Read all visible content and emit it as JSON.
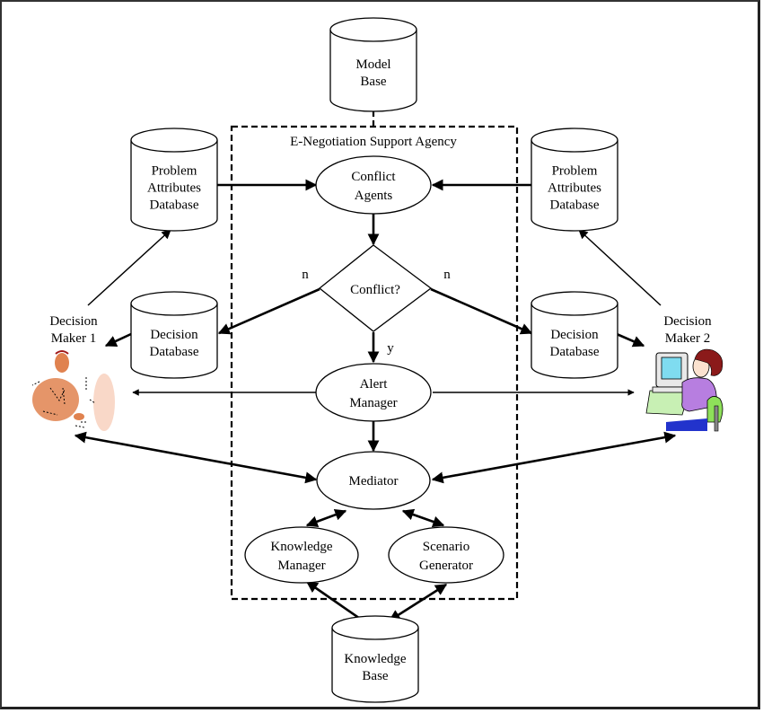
{
  "diagram": {
    "container_label": "E-Negotiation Support Agency",
    "databases": {
      "model_base": [
        "Model",
        "Base"
      ],
      "problem_attributes_left": [
        "Problem",
        "Attributes",
        "Database"
      ],
      "problem_attributes_right": [
        "Problem",
        "Attributes",
        "Database"
      ],
      "decision_db_left": [
        "Decision",
        "Database"
      ],
      "decision_db_right": [
        "Decision",
        "Database"
      ],
      "knowledge_base": [
        "Knowledge",
        "Base"
      ]
    },
    "processes": {
      "conflict_agents": [
        "Conflict",
        "Agents"
      ],
      "alert_manager": [
        "Alert",
        "Manager"
      ],
      "mediator": [
        "Mediator"
      ],
      "knowledge_manager": [
        "Knowledge",
        "Manager"
      ],
      "scenario_generator": [
        "Scenario",
        "Generator"
      ]
    },
    "decision": {
      "label": "Conflict?",
      "no_left": "n",
      "no_right": "n",
      "yes": "y"
    },
    "actors": {
      "decision_maker_1": [
        "Decision",
        "Maker 1"
      ],
      "decision_maker_2": [
        "Decision",
        "Maker 2"
      ]
    },
    "colors": {
      "dm1_skin": "#e0824f",
      "dm1_light": "#f9d8c8",
      "dm2_hair": "#8b1a1a",
      "dm2_shirt": "#b77ee0",
      "dm2_screen": "#7fdcf0",
      "dm2_chair": "#8ee05a",
      "dm2_desk": "#c8f0b4",
      "dm2_pants": "#2233cc"
    }
  }
}
